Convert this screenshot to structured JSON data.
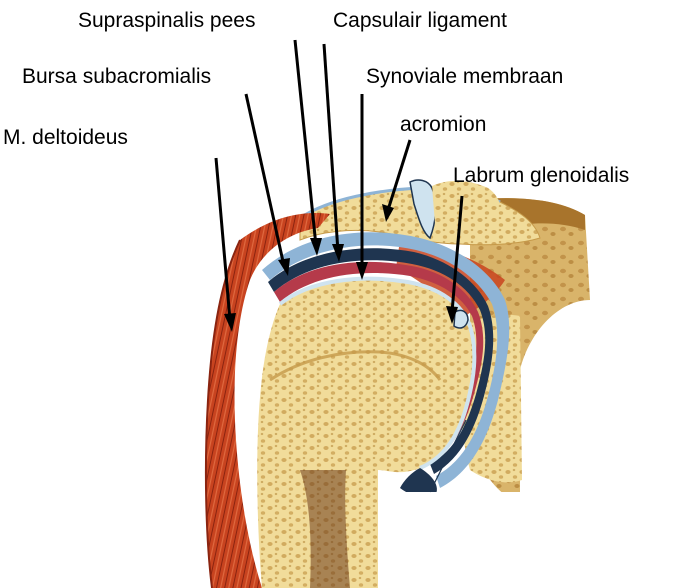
{
  "labels": {
    "supraspinalis": "Supraspinalis pees",
    "capsulair": "Capsulair ligament",
    "bursa": "Bursa subacromialis",
    "synoviale": "Synoviale membraan",
    "acromion": "acromion",
    "deltoideus": "M. deltoideus",
    "labrum": "Labrum glenoidalis"
  },
  "colors": {
    "bone": "#f1dc9a",
    "bone_pores": "#c69a4a",
    "muscle": "#c8431f",
    "muscle_dark": "#8a2410",
    "membrane_blue": "#8eb4d6",
    "membrane_dark": "#1f3550",
    "synovial_red": "#b53a4a",
    "scapula_brown": "#b8853c",
    "cartilage": "#cfe3ef",
    "leader_line": "#000000"
  }
}
